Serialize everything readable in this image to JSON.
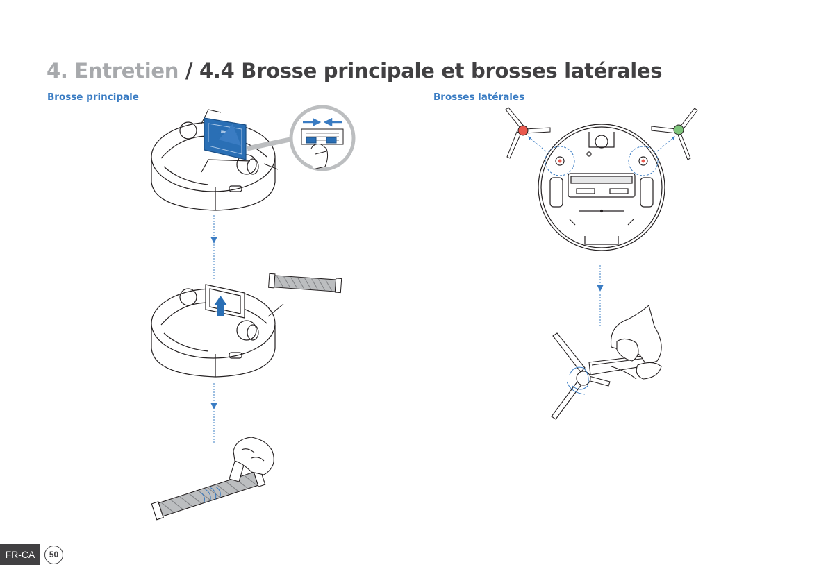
{
  "header": {
    "chapter": "4. Entretien",
    "separator": " / ",
    "section": "4.4 Brosse principale et brosses latérales"
  },
  "sections": {
    "left_label": "Brosse principale",
    "right_label": "Brosses latérales"
  },
  "footer": {
    "language": "FR-CA",
    "page_number": "50"
  },
  "colors": {
    "accent_blue": "#3a7cc3",
    "title_gray": "#a7a9ac",
    "title_dark": "#414042",
    "brush_red": "#e8584d",
    "brush_green": "#7ec47b"
  },
  "icons": {
    "step_arrows": "arrow-down-icon",
    "hand": "hand-icon"
  }
}
